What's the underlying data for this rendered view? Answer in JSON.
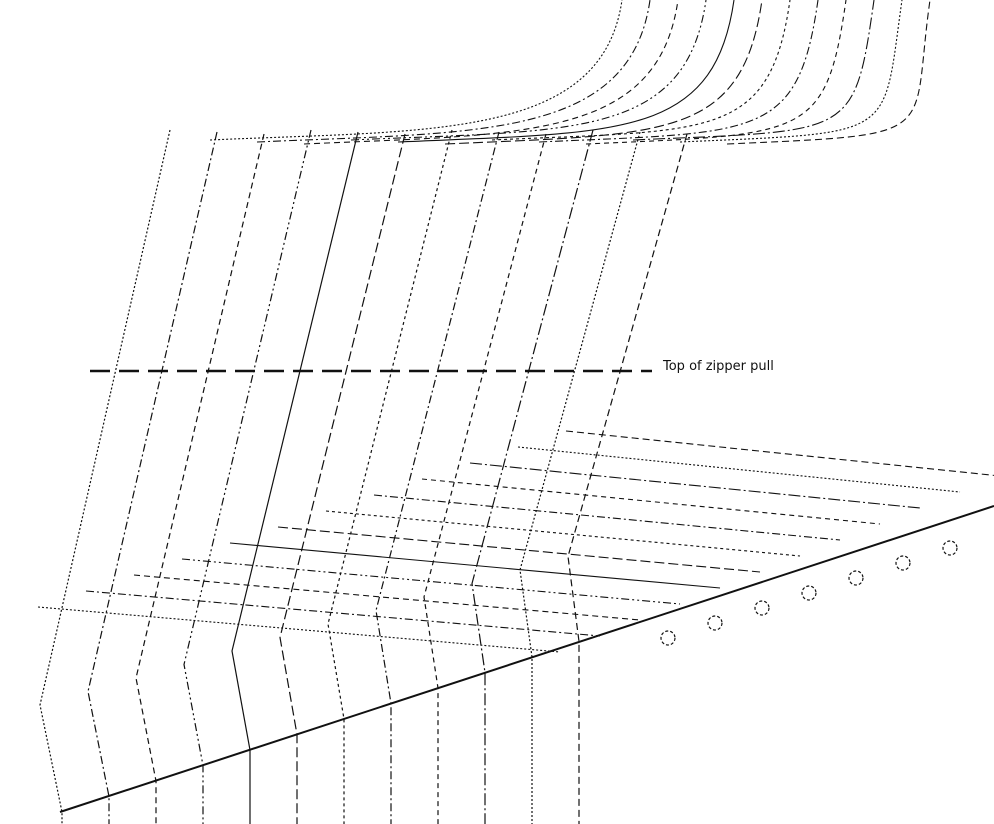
{
  "diagram": {
    "annotation": "Top of zipper pull",
    "line_color": "#111111",
    "background": "#ffffff",
    "size_grades": 12,
    "marker": "zipper-pull-line",
    "notches": 7
  }
}
